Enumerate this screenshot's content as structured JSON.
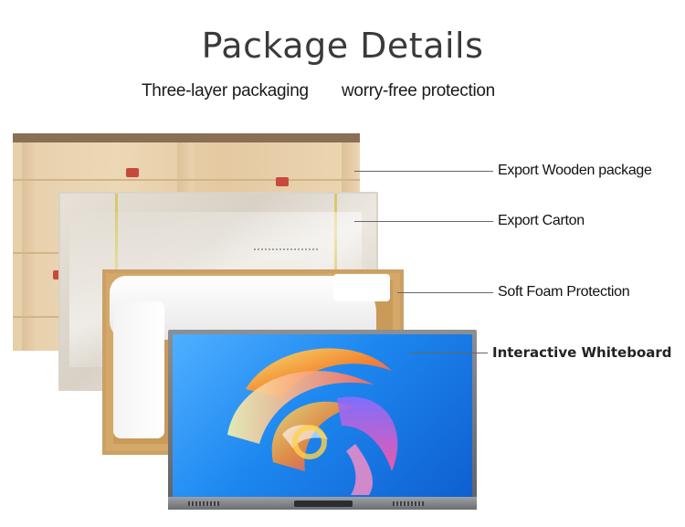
{
  "header": {
    "title": "Package Details",
    "subtitle_left": "Three-layer packaging",
    "subtitle_right": "worry-free protection"
  },
  "callouts": [
    {
      "label": "Export Wooden package"
    },
    {
      "label": "Export Carton"
    },
    {
      "label": "Soft Foam Protection"
    },
    {
      "label": "Interactive Whiteboard"
    }
  ],
  "colors": {
    "screen_blue": "#1e88f0",
    "wood": "#e6cfab",
    "carton": "#d8d1c6",
    "foam_box": "#d4a868"
  },
  "icons": [
    "crate-illustration",
    "carton-illustration",
    "foam-illustration",
    "whiteboard-illustration"
  ]
}
